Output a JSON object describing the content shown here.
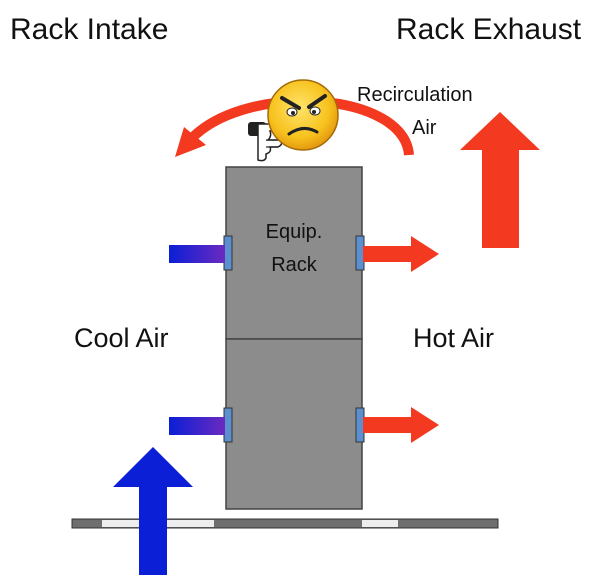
{
  "labels": {
    "rack_intake": "Rack Intake",
    "rack_exhaust": "Rack Exhaust",
    "recirculation_line1": "Recirculation",
    "recirculation_line2": "Air",
    "equip_line1": "Equip.",
    "equip_line2": "Rack",
    "cool_air": "Cool Air",
    "hot_air": "Hot Air"
  },
  "colors": {
    "cool": "#0a1fd6",
    "hot": "#f3391f",
    "rack": "#8c8c8c",
    "vent": "#5b8fd0",
    "floor": "#6e6e6e",
    "floor_tile": "#eeeeee",
    "face": "#f7c21d"
  },
  "icons": {
    "recirculation_arrow": "curved-arrow-left-icon",
    "angry_face": "angry-thumbs-down-emoji-icon"
  }
}
